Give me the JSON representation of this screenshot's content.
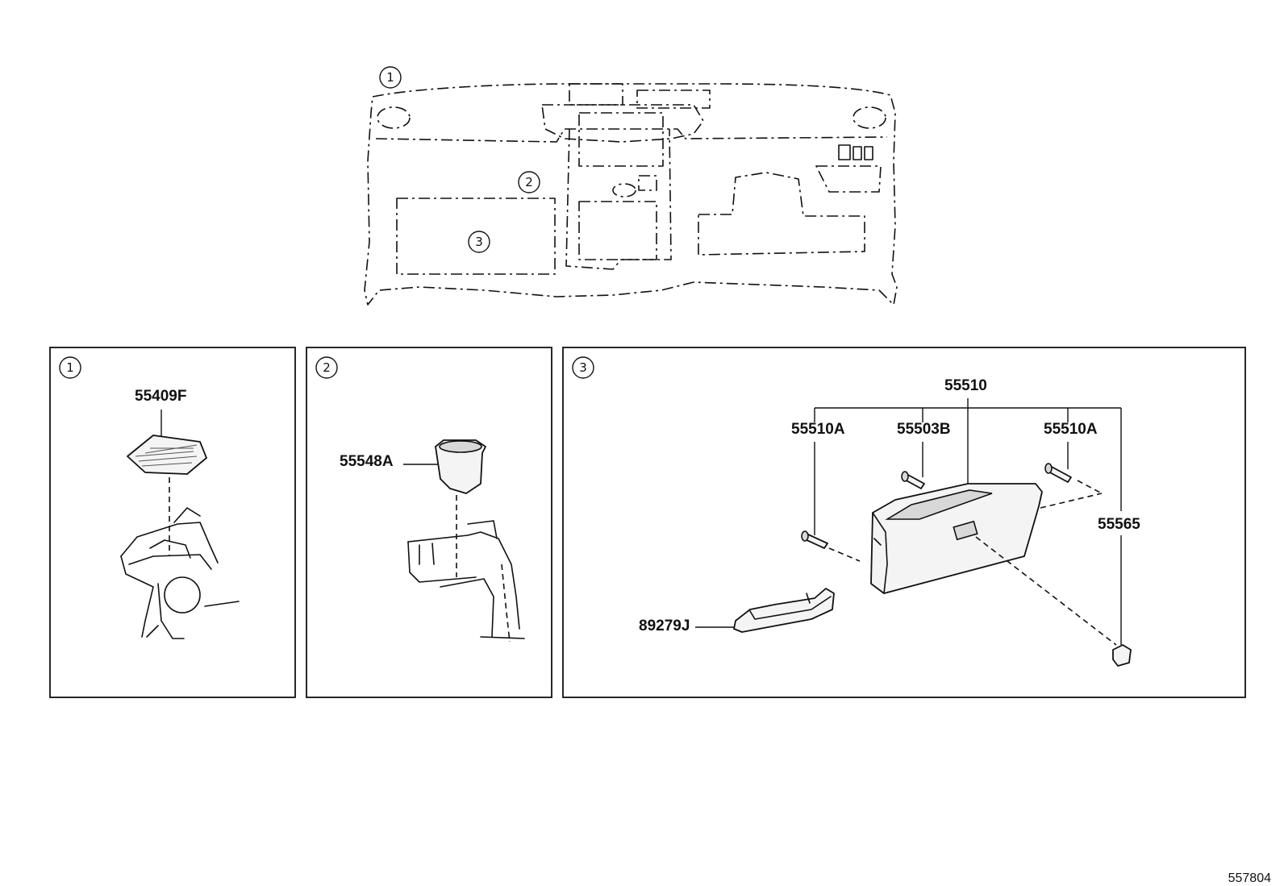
{
  "callouts": {
    "c1": "1",
    "c2": "2",
    "c3": "3"
  },
  "panels": [
    {
      "number": "1",
      "parts": [
        "55409F"
      ]
    },
    {
      "number": "2",
      "parts": [
        "55548A"
      ]
    },
    {
      "number": "3",
      "parts": [
        "55510",
        "55510A",
        "55503B",
        "55510A",
        "55565",
        "89279J"
      ]
    }
  ],
  "footer": {
    "diagram_id": "557804"
  }
}
